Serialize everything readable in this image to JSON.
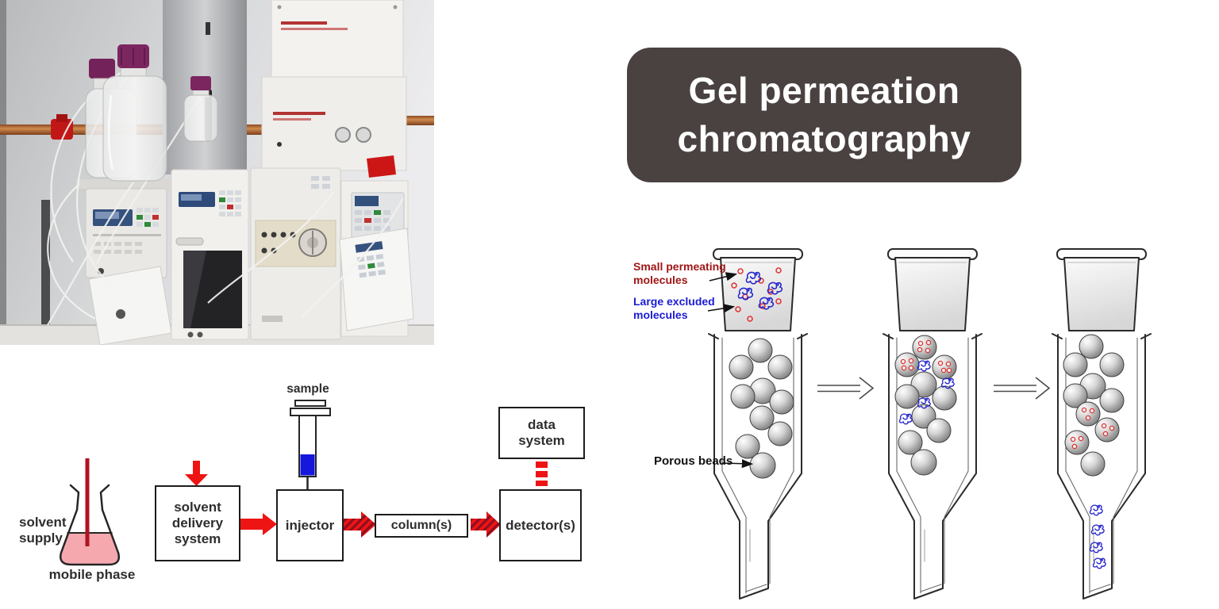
{
  "colors": {
    "title_bg": "#4a4241",
    "title_fg": "#ffffff",
    "arrow_red": "#ee1414",
    "hatch_dark": "#8a1020",
    "flask_liquid": "#f5a9af",
    "ink": "#2e2e2e",
    "box_border": "#1c1c1c",
    "small_label": "#a01616",
    "large_label": "#1b1bd4",
    "molecule_red": "#e03030",
    "molecule_blue": "#2727cc"
  },
  "title": {
    "text": "Gel permeation\nchromatography"
  },
  "schematic": {
    "solvent_supply": "solvent\nsupply",
    "mobile_phase": "mobile phase",
    "sample": "sample",
    "solvent_delivery_system": "solvent\ndelivery\nsystem",
    "injector": "injector",
    "columns": "column(s)",
    "detectors": "detector(s)",
    "data_system": "data\nsystem"
  },
  "gpc": {
    "small_permeating": "Small permeating\nmolecules",
    "large_excluded": "Large excluded\nmolecules",
    "porous_beads": "Porous beads"
  }
}
